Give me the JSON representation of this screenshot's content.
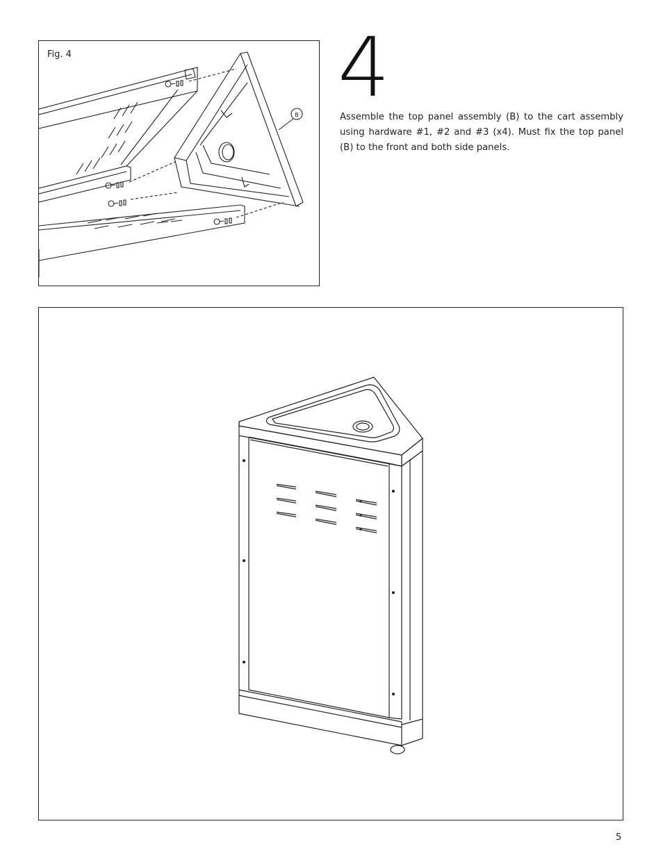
{
  "figure": {
    "label": "Fig. 4",
    "callout": "B"
  },
  "step": {
    "number": "4",
    "instructions": "Assemble the top panel assembly (B) to the cart assembly using hardware #1, #2 and #3 (x4). Must fix the top panel (B) to the front and both side panels."
  },
  "page": {
    "number": "5"
  }
}
